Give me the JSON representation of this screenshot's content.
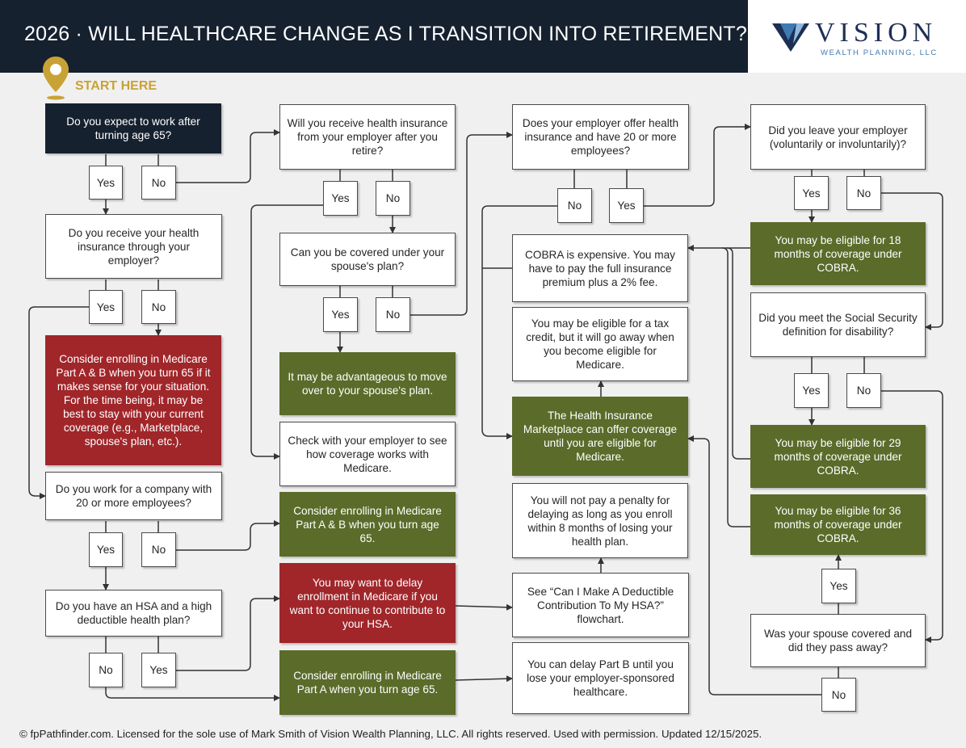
{
  "header": {
    "title": "2026 · WILL HEALTHCARE CHANGE AS I TRANSITION INTO RETIREMENT?",
    "logo_name": "VISION",
    "logo_sub": "WEALTH PLANNING, LLC"
  },
  "start_label": "START HERE",
  "nodes": {
    "q1": "Do you expect to work after turning age 65?",
    "q2": "Do you receive your health insurance through your employer?",
    "r1": "Consider enrolling in Medicare Part A & B when you turn 65 if it makes sense for your situation. For the time being, it may be best to stay with your current coverage (e.g., Marketplace, spouse's plan, etc.).",
    "q3": "Do you work for a company with 20 or more employees?",
    "q4": "Do you have an HSA and a high deductible health plan?",
    "q5": "Will you receive health insurance from your employer after you retire?",
    "q6": "Can you be covered under your spouse's plan?",
    "g1": "It may be advantageous to move over to your spouse's plan.",
    "w1": "Check with your employer to see how coverage works with Medicare.",
    "g2": "Consider enrolling in Medicare Part A & B when you turn age 65.",
    "r2": "You may want to delay enrollment in Medicare if you want to continue to contribute to your HSA.",
    "g3": "Consider enrolling in Medicare Part A when you turn age 65.",
    "q7": "Does your employer offer health insurance and have 20 or more employees?",
    "w2": "COBRA is expensive. You may have to pay the full insurance premium plus a 2% fee.",
    "w3": "You may be eligible for a tax credit, but it will go away when you become eligible for Medicare.",
    "g4": "The Health Insurance Marketplace can offer coverage until you are eligible for Medicare.",
    "w4": "You will not pay a penalty for delaying as long as you enroll within 8 months of losing your health plan.",
    "w5": "See “Can I Make A Deductible Contribution To My HSA?” flowchart.",
    "w6": "You can delay Part B until you lose your employer-sponsored healthcare.",
    "q8": "Did you leave your employer (voluntarily or involuntarily)?",
    "g5": "You may be eligible for 18 months of coverage under COBRA.",
    "q9": "Did you meet the Social Security definition for disability?",
    "g6": "You may be eligible for 29 months of coverage under COBRA.",
    "g7": "You may be eligible for 36 months of coverage under COBRA.",
    "q10": "Was your spouse covered and did they pass away?"
  },
  "answers": {
    "yes": "Yes",
    "no": "No"
  },
  "footer": "© fpPathfinder.com. Licensed for the sole use of Mark Smith of Vision Wealth Planning, LLC. All rights reserved. Used with permission. Updated 12/15/2025.",
  "colors": {
    "navy": "#16212f",
    "green": "#5b6b2a",
    "red": "#a0262a",
    "gold": "#c9a236",
    "logo_blue": "#1d2f55"
  }
}
